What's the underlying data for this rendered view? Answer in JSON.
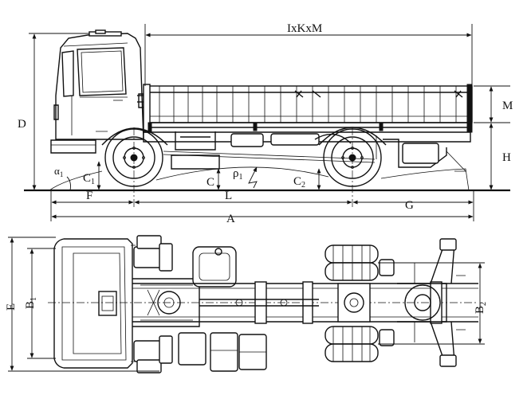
{
  "labels": {
    "ixkxm": "IxKxM",
    "d": "D",
    "m": "M",
    "h": "H",
    "alpha1": "α",
    "alpha1_sub": "1",
    "c1": "C",
    "c1_sub": "1",
    "c": "C",
    "rho1": "ρ",
    "rho1_sub": "1",
    "c2": "C",
    "c2_sub": "2",
    "f": "F",
    "l": "L",
    "g": "G",
    "a": "A",
    "e": "E",
    "b1": "B",
    "b1_sub": "1",
    "b2": "B",
    "b2_sub": "2"
  },
  "colors": {
    "ink": "#111111",
    "paper": "#ffffff"
  }
}
